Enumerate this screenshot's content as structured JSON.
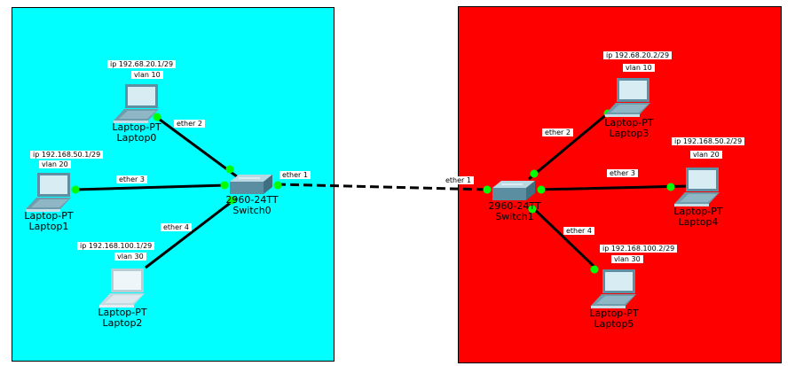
{
  "colors": {
    "left_zone": "#00ffff",
    "right_zone": "#ff0000",
    "port": "#00ff00",
    "link": "#000000"
  },
  "devices": {
    "laptop0": {
      "model": "Laptop-PT",
      "name": "Laptop0",
      "ip": "ip 192.68.20.1/29",
      "vlan": "vlan 10"
    },
    "laptop1": {
      "model": "Laptop-PT",
      "name": "Laptop1",
      "ip": "ip 192.168.50.1/29",
      "vlan": "vlan 20"
    },
    "laptop2": {
      "model": "Laptop-PT",
      "name": "Laptop2",
      "ip": "ip 192.168.100.1/29",
      "vlan": "vlan 30"
    },
    "laptop3": {
      "model": "Laptop-PT",
      "name": "Laptop3",
      "ip": "ip 192.68.20.2/29",
      "vlan": "vlan 10"
    },
    "laptop4": {
      "model": "Laptop-PT",
      "name": "Laptop4",
      "ip": "ip 192.168.50.2/29",
      "vlan": "vlan 20"
    },
    "laptop5": {
      "model": "Laptop-PT",
      "name": "Laptop5",
      "ip": "ip 192.168.100.2/29",
      "vlan": "vlan 30"
    },
    "switch0": {
      "model": "2960-24TT",
      "name": "Switch0"
    },
    "switch1": {
      "model": "2960-24TT",
      "name": "Switch1"
    }
  },
  "ports": {
    "sw0_ether1": "ether 1",
    "sw0_ether2": "ether 2",
    "sw0_ether3": "ether 3",
    "sw0_ether4": "ether 4",
    "sw1_ether1": "ether 1",
    "sw1_ether2": "ether 2",
    "sw1_ether3": "ether 3",
    "sw1_ether4": "ether 4"
  }
}
